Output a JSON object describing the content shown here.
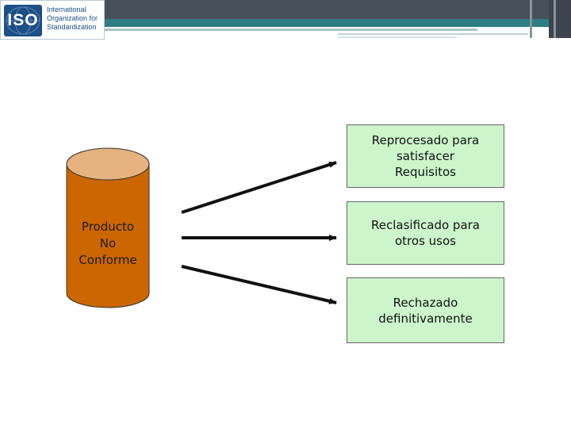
{
  "header": {
    "logo": {
      "mark": "ISO",
      "lines": [
        "International",
        "Organization for",
        "Standardization"
      ]
    }
  },
  "diagram": {
    "source": {
      "lines": [
        "Producto",
        "No",
        "Conforme"
      ],
      "color": "#cc6600"
    },
    "outcomes": [
      {
        "lines": [
          "Reprocesado para",
          "satisfacer",
          "Requisitos"
        ]
      },
      {
        "lines": [
          "Reclasificado para",
          "otros usos"
        ]
      },
      {
        "lines": [
          "Rechazado",
          "definitivamente"
        ]
      }
    ],
    "box_color": "#ccf5cc"
  }
}
